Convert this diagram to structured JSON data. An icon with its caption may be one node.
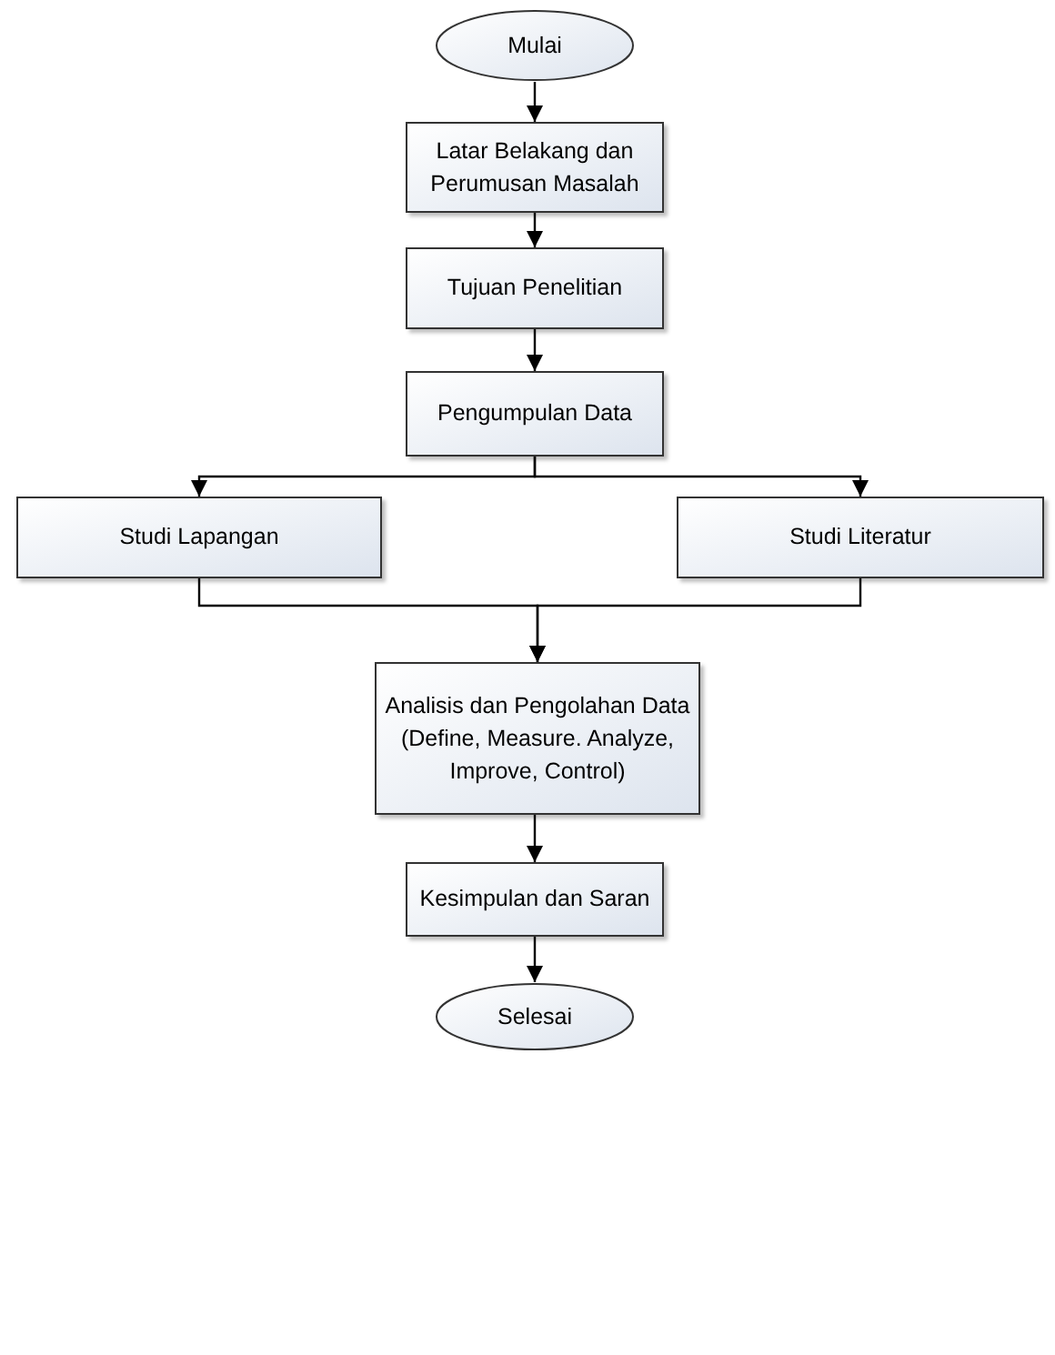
{
  "diagram": {
    "nodes": [
      {
        "text": [
          "Mulai"
        ]
      },
      {
        "text": [
          "Latar Belakang dan Perumusan Masalah"
        ]
      },
      {
        "text": [
          "Tujuan Penelitian"
        ]
      },
      {
        "text": [
          "Pengumpulan Data"
        ]
      },
      {
        "text": [
          "Studi Lapangan"
        ]
      },
      {
        "text": [
          "Studi Literatur"
        ]
      },
      {
        "text": [
          "Analisis dan Pengolahan Data (Define, Measure. Analyze, Improve, Control)"
        ]
      },
      {
        "text": [
          "Kesimpulan dan Saran"
        ]
      },
      {
        "text": [
          "Selesai"
        ]
      }
    ],
    "edges": [
      {
        "from": 0,
        "to": 1,
        "arrow": "to"
      },
      {
        "from": 1,
        "to": 2,
        "arrow": "to"
      },
      {
        "from": 2,
        "to": 3,
        "arrow": "to"
      },
      {
        "from": 3,
        "to": 4,
        "arrow": "to"
      },
      {
        "from": 3,
        "to": 5,
        "arrow": "to"
      },
      {
        "from": 4,
        "to": 6,
        "arrow": "to"
      },
      {
        "from": 5,
        "to": 6,
        "arrow": "to"
      },
      {
        "from": 6,
        "to": 7,
        "arrow": "to"
      },
      {
        "from": 7,
        "to": 8,
        "arrow": "to"
      }
    ]
  }
}
